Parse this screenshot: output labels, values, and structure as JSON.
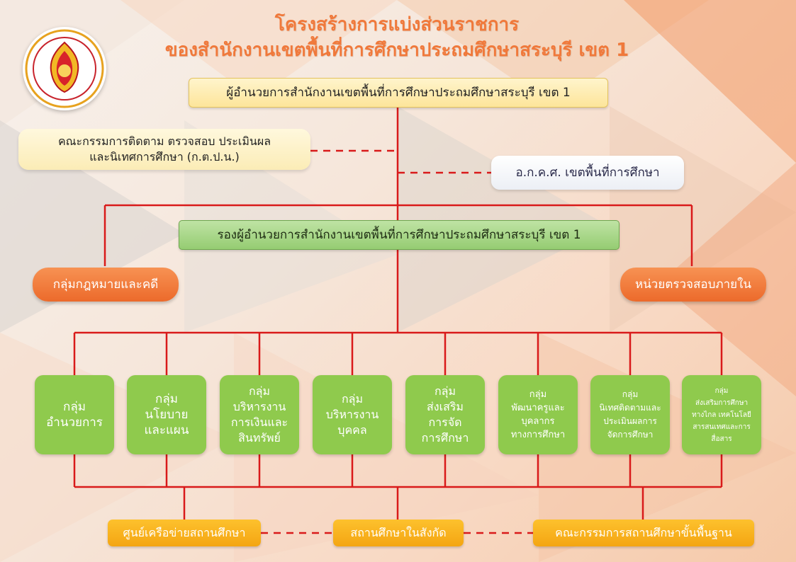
{
  "title": {
    "line1": "โครงสร้างการแบ่งส่วนราชการ",
    "line2": "ของสำนักงานเขตพื้นที่การศึกษาประถมศึกษาสระบุรี เขต 1"
  },
  "director": "ผู้อำนวยการสำนักงานเขตพื้นที่การศึกษาประถมศึกษาสระบุรี เขต 1",
  "committee": {
    "line1": "คณะกรรมการติดตาม ตรวจสอบ ประเมินผล",
    "line2": "และนิเทศการศึกษา (ก.ต.ป.น.)"
  },
  "okps": "อ.ก.ค.ศ. เขตพื้นที่การศึกษา",
  "deputy": "รองผู้อำนวยการสำนักงานเขตพื้นที่การศึกษาประถมศึกษาสระบุรี เขต 1",
  "legal_group": "กลุ่มกฎหมายและคดี",
  "audit_unit": "หน่วยตรวจสอบภายใน",
  "groups": [
    "กลุ่ม\nอำนวยการ",
    "กลุ่ม\nนโยบาย\nและแผน",
    "กลุ่ม\nบริหารงาน\nการเงินและ\nสินทรัพย์",
    "กลุ่ม\nบริหารงาน\nบุคคล",
    "กลุ่ม\nส่งเสริม\nการจัด\nการศึกษา",
    "กลุ่ม\nพัฒนาครูและ\nบุคลากร\nทางการศึกษา",
    "กลุ่ม\nนิเทศติดตามและ\nประเมินผลการ\nจัดการศึกษา",
    "กลุ่ม\nส่งเสริมการศึกษา\nทางไกล เทคโนโลยี\nสารสนเทศและการ\nสื่อสาร"
  ],
  "bottom": {
    "network_center": "ศูนย์เครือข่ายสถานศึกษา",
    "schools": "สถานศึกษาในสังกัด",
    "school_board": "คณะกรรมการสถานศึกษาขั้นพื้นฐาน"
  },
  "colors": {
    "title": "#f0793b",
    "line": "#d91a1a",
    "group_green": "#8fca4d",
    "pill_orange": "#ec6a2b",
    "gold": "#f4a512"
  }
}
